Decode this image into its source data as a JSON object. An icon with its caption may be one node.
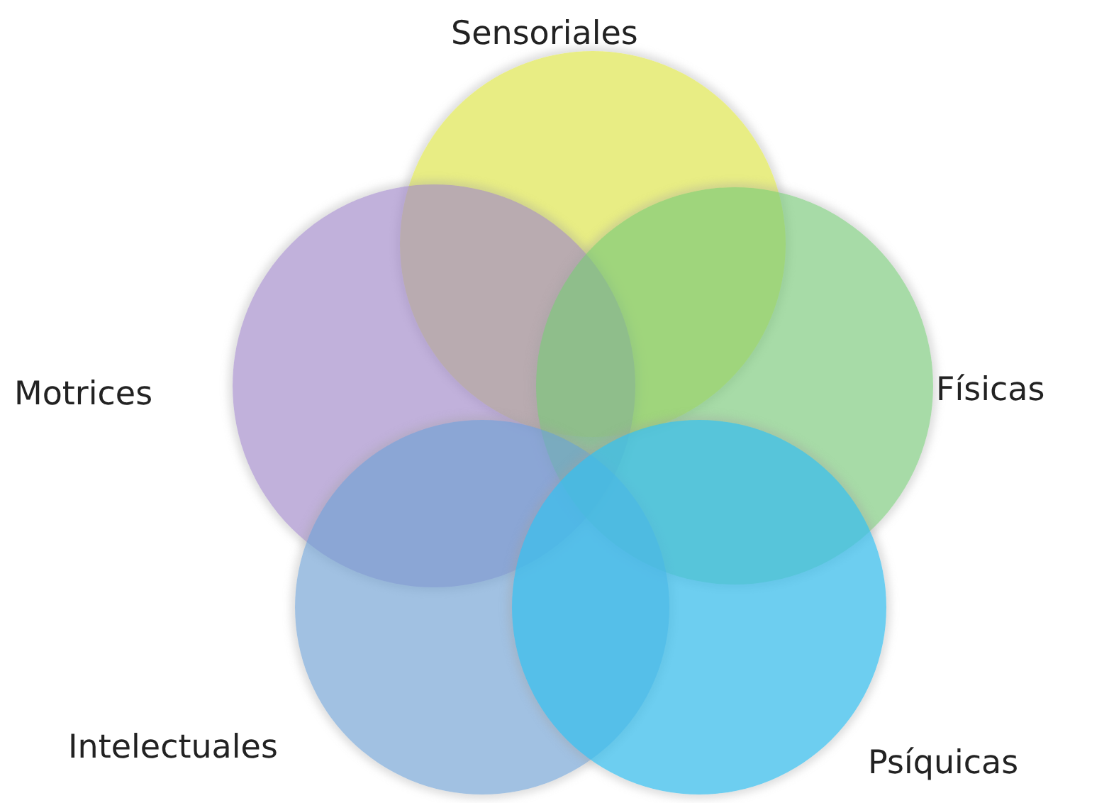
{
  "diagram": {
    "nodes": [
      {
        "text": [
          "Sensoriales"
        ]
      },
      {
        "text": [
          "Físicas"
        ]
      },
      {
        "text": [
          "Psíquicas"
        ]
      },
      {
        "text": [
          "Intelectuales"
        ]
      },
      {
        "text": [
          "Motrices"
        ]
      }
    ]
  }
}
